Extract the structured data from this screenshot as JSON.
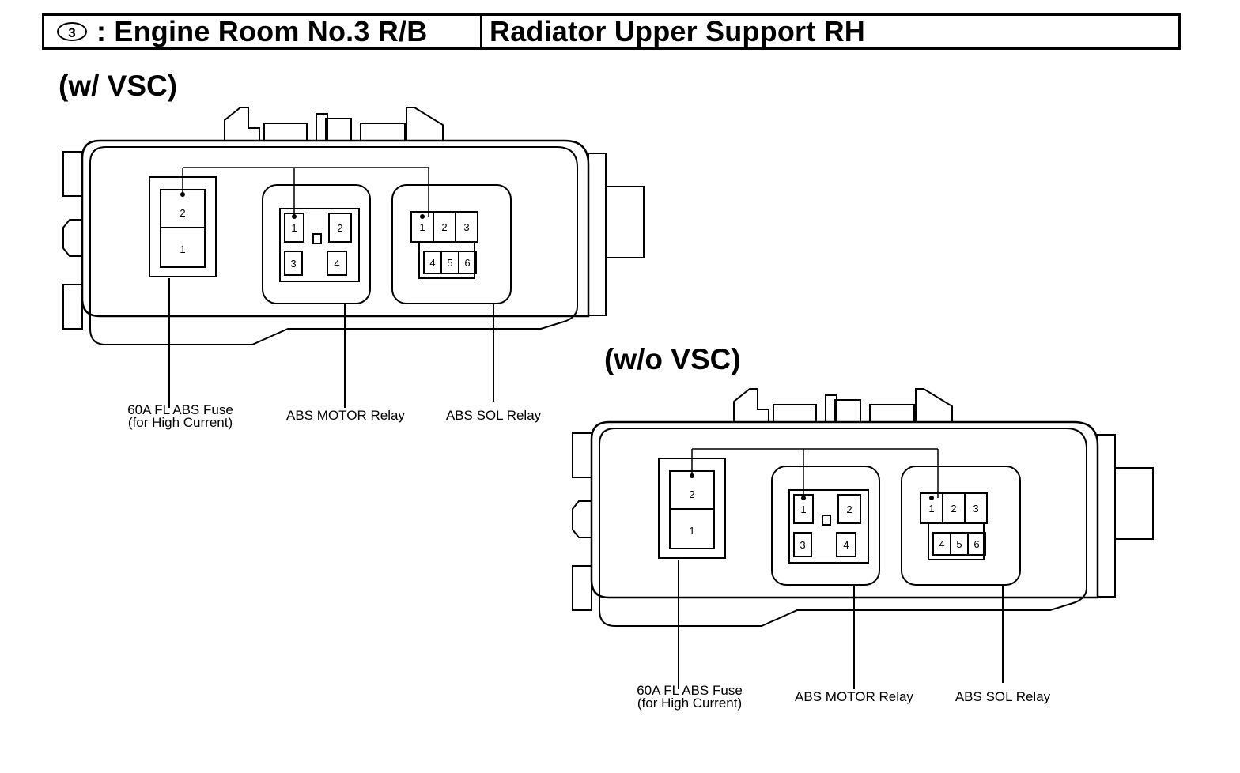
{
  "header": {
    "badge": "3",
    "location_name": ": Engine Room No.3 R/B",
    "mount_position": "Radiator Upper Support RH"
  },
  "variants": [
    {
      "title": "(w/ VSC)",
      "fuse": {
        "terminals": [
          "2",
          "1"
        ],
        "label_line1": "60A FL ABS Fuse",
        "label_line2": "(for High Current)"
      },
      "motor_relay": {
        "terminals": [
          "1",
          "2",
          "3",
          "4"
        ],
        "label": "ABS MOTOR Relay"
      },
      "sol_relay": {
        "terminals": [
          "1",
          "2",
          "3",
          "4",
          "5",
          "6"
        ],
        "label": "ABS SOL Relay"
      }
    },
    {
      "title": "(w/o VSC)",
      "fuse": {
        "terminals": [
          "2",
          "1"
        ],
        "label_line1": "60A FL ABS Fuse",
        "label_line2": "(for High Current)"
      },
      "motor_relay": {
        "terminals": [
          "1",
          "2",
          "3",
          "4"
        ],
        "label": "ABS MOTOR Relay"
      },
      "sol_relay": {
        "terminals": [
          "1",
          "2",
          "3",
          "4",
          "5",
          "6"
        ],
        "label": "ABS SOL Relay"
      }
    }
  ]
}
